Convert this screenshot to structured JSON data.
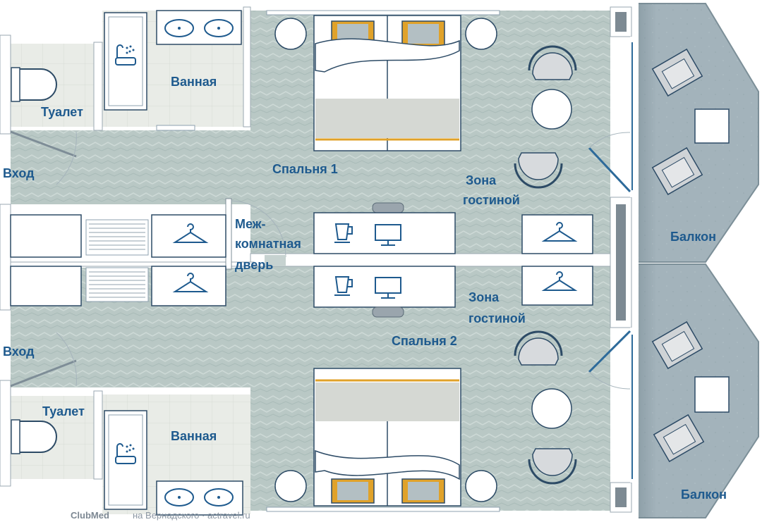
{
  "labels": {
    "bathroom_top": "Ванная",
    "toilet_top": "Туалет",
    "entrance_top": "Вход",
    "bedroom_1": "Спальня 1",
    "living_top_1": "Зона",
    "living_top_2": "гостиной",
    "connecting_1": "Меж-",
    "connecting_2": "комнатная",
    "connecting_3": "дверь",
    "balcony_top": "Балкон",
    "living_bottom_1": "Зона",
    "living_bottom_2": "гостиной",
    "entrance_bottom": "Вход",
    "bedroom_2": "Спальня 2",
    "toilet_bottom": "Туалет",
    "bathroom_bottom": "Ванная",
    "balcony_bottom": "Балкон"
  },
  "watermark": {
    "logo": "ClubMed",
    "text": "на Вернадского · actravel.ru"
  },
  "colors": {
    "carpet": "#b8c7c4",
    "wall": "#ffffff",
    "tile": "#e8ebe6",
    "balcony": "#9fb0b8",
    "accent": "#1e5a8e",
    "bed_accent": "#e0a22a"
  }
}
